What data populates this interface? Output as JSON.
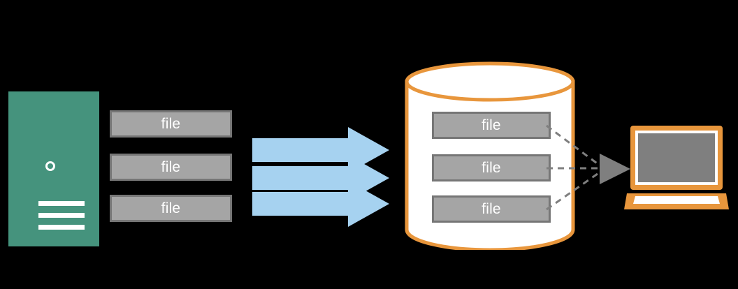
{
  "diagram": {
    "title": "File transfer from server to database to client laptop",
    "background_color": "#000000",
    "nodes": {
      "server": {
        "name": "server-tower",
        "color": "#45937D",
        "power_icon": "power-button-icon",
        "vent_icon": "vent-lines-icon",
        "vent_count": 3
      },
      "database": {
        "name": "database-cylinder",
        "stroke_color": "#E8963C",
        "fill_color": "#FFFFFF"
      },
      "laptop": {
        "name": "client-laptop",
        "body_color": "#E8963C",
        "screen_color": "#7F7F7F",
        "keyboard_color": "#FFFFFF"
      }
    },
    "source_files": [
      {
        "label": "file"
      },
      {
        "label": "file"
      },
      {
        "label": "file"
      }
    ],
    "stored_files": [
      {
        "label": "file"
      },
      {
        "label": "file"
      },
      {
        "label": "file"
      }
    ],
    "file_style": {
      "fill": "#A5A5A5",
      "border": "#767676",
      "text_color": "#FFFFFF"
    },
    "transfer_arrows": {
      "name": "upload-arrows",
      "color": "#A6D2F0",
      "count": 3,
      "direction": "right"
    },
    "read_connectors": {
      "name": "read-dashed-lines",
      "color": "#7F7F7F",
      "count": 3,
      "style": "dashed",
      "arrowhead": "right"
    }
  }
}
